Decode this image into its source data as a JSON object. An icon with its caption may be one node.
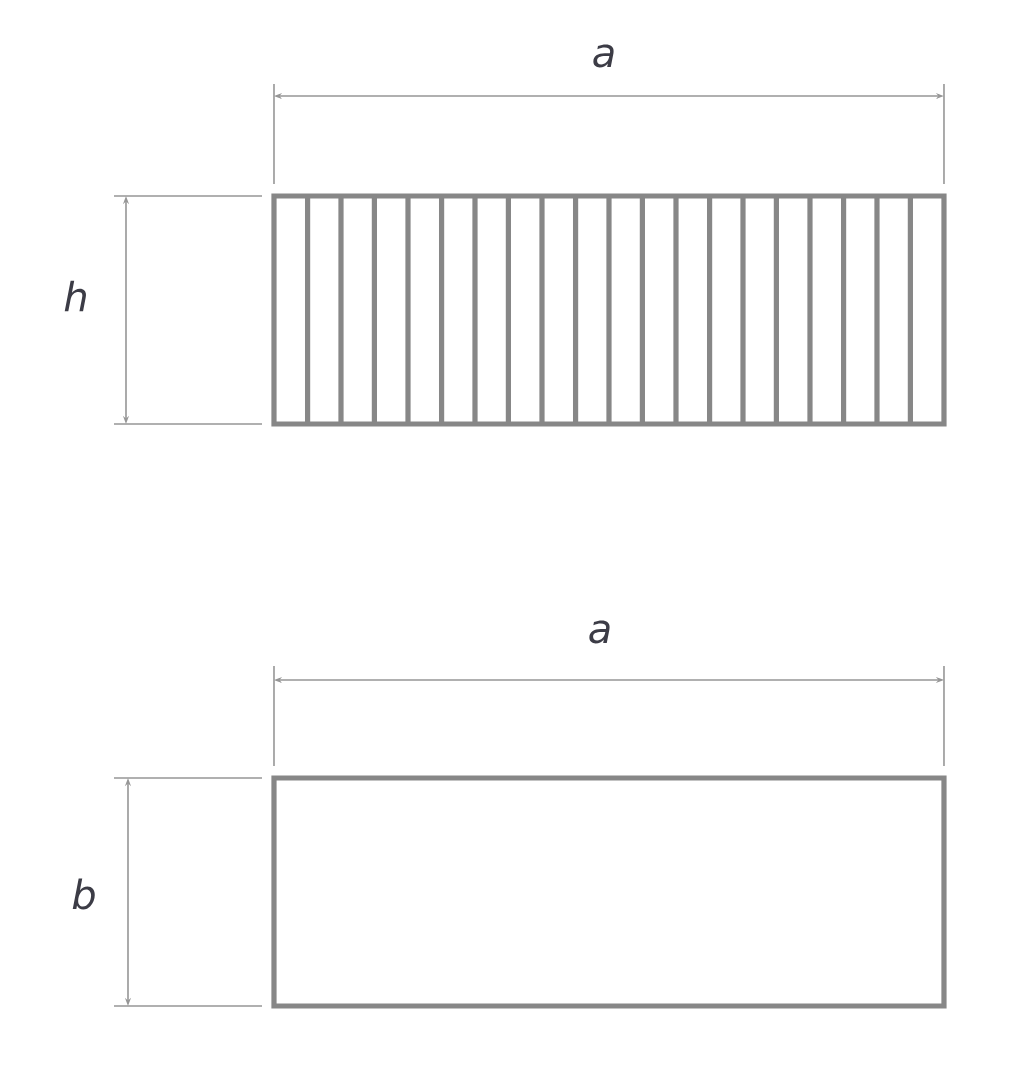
{
  "diagram": {
    "labels": [
      "a",
      "h",
      "a",
      "b"
    ]
  }
}
